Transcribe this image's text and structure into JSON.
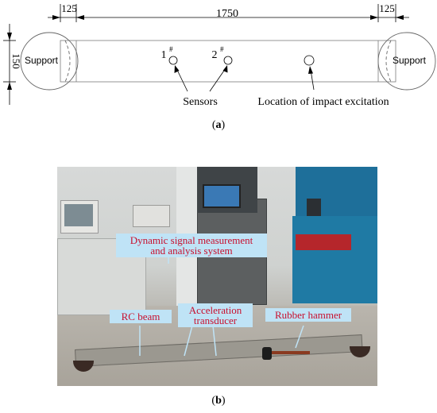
{
  "part_a": {
    "caption_letter": "a",
    "dimensions": {
      "left_overhang": "125",
      "span": "1750",
      "right_overhang": "125",
      "depth": "150"
    },
    "support_left_label": "Support",
    "support_right_label": "Support",
    "sensor_1_label": "1",
    "sensor_2_label": "2",
    "sensor_superscript": "#",
    "sensors_label": "Sensors",
    "impact_label": "Location of impact excitation"
  },
  "part_b": {
    "caption_letter": "b",
    "callouts": {
      "daq_line1": "Dynamic signal measurement",
      "daq_line2": "and analysis system",
      "rc_beam": "RC  beam",
      "accel_line1": "Acceleration",
      "accel_line2": "transducer",
      "hammer": "Rubber hammer"
    },
    "callout_bg": "#bfe3f6",
    "callout_text_color": "#c8102e"
  }
}
